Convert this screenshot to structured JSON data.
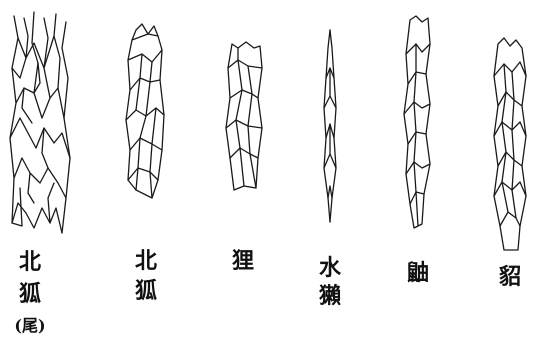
{
  "hairs": [
    {
      "id": "hair-1",
      "label_lines": [
        "北",
        "狐",
        "(尾)"
      ]
    },
    {
      "id": "hair-2",
      "label_lines": [
        "北",
        "狐"
      ]
    },
    {
      "id": "hair-3",
      "label_lines": [
        "狸"
      ]
    },
    {
      "id": "hair-4",
      "label_lines": [
        "水",
        "獺"
      ]
    },
    {
      "id": "hair-5",
      "label_lines": [
        "鼬"
      ]
    },
    {
      "id": "hair-6",
      "label_lines": [
        "貂"
      ]
    }
  ]
}
